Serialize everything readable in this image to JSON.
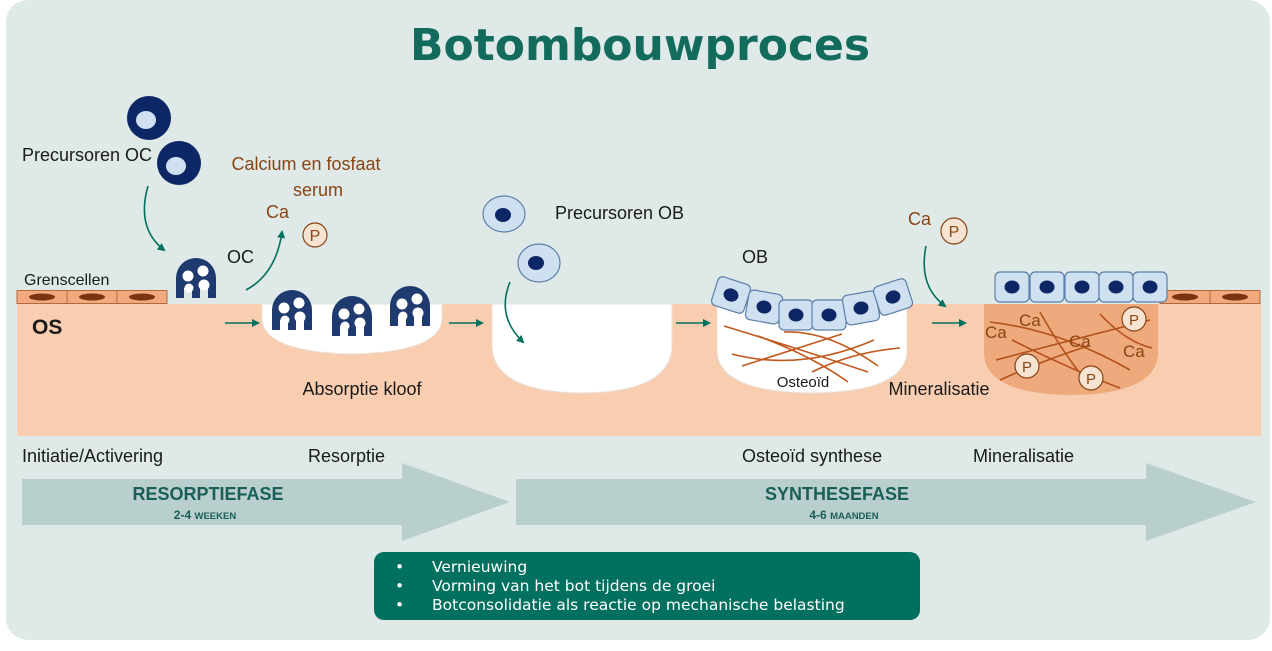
{
  "title": "Botombouwproces",
  "colors": {
    "background": "#dfe9e8",
    "bone": "#f8cdb0",
    "osteoclast": "#1e3a6e",
    "teal": "#01705e",
    "mineral": "#8a4514",
    "phase_arrow": "#b8cfcd"
  },
  "labels": {
    "precursor_oc": "Precursoren OC",
    "calcium_line1": "Calcium en fosfaat",
    "calcium_line2": "serum",
    "ca": "Ca",
    "p": "P",
    "oc": "OC",
    "grenscellen": "Grenscellen",
    "os": "OS",
    "absorptie_kloof": "Absorptie kloof",
    "precursor_ob": "Precursoren OB",
    "ob": "OB",
    "osteoid": "Osteoïd",
    "mineralisatie_mid": "Mineralisatie"
  },
  "stages": [
    {
      "label": "Initiatie/Activering"
    },
    {
      "label": "Resorptie"
    },
    {
      "label": "Osteoïd synthese"
    },
    {
      "label": "Mineralisatie"
    }
  ],
  "phases": [
    {
      "name": "RESORPTIEFASE",
      "duration_num": "2-4",
      "duration_unit": "WEEKEN"
    },
    {
      "name": "SYNTHESEFASE",
      "duration_num": "4-6",
      "duration_unit": "MAANDEN"
    }
  ],
  "bullets": [
    "Vernieuwing",
    "Vorming van het bot tijdens de groei",
    "Botconsolidatie als reactie op mechanische belasting"
  ]
}
